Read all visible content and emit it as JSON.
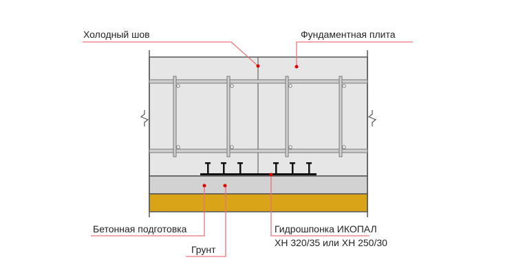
{
  "labels": {
    "cold_joint": "Холодный шов",
    "foundation_slab": "Фундаментная плита",
    "concrete_prep": "Бетонная подготовка",
    "soil": "Грунт",
    "waterstop_line1": "Гидрошпонка ИКОПАЛ",
    "waterstop_line2": "ХН 320/35 или ХН 250/30"
  },
  "colors": {
    "leader": "#e8737a",
    "dot": "#e00000",
    "slab": "#e6e6e6",
    "prep": "#d2d2d2",
    "soil": "#d9a418",
    "line": "#555555"
  }
}
